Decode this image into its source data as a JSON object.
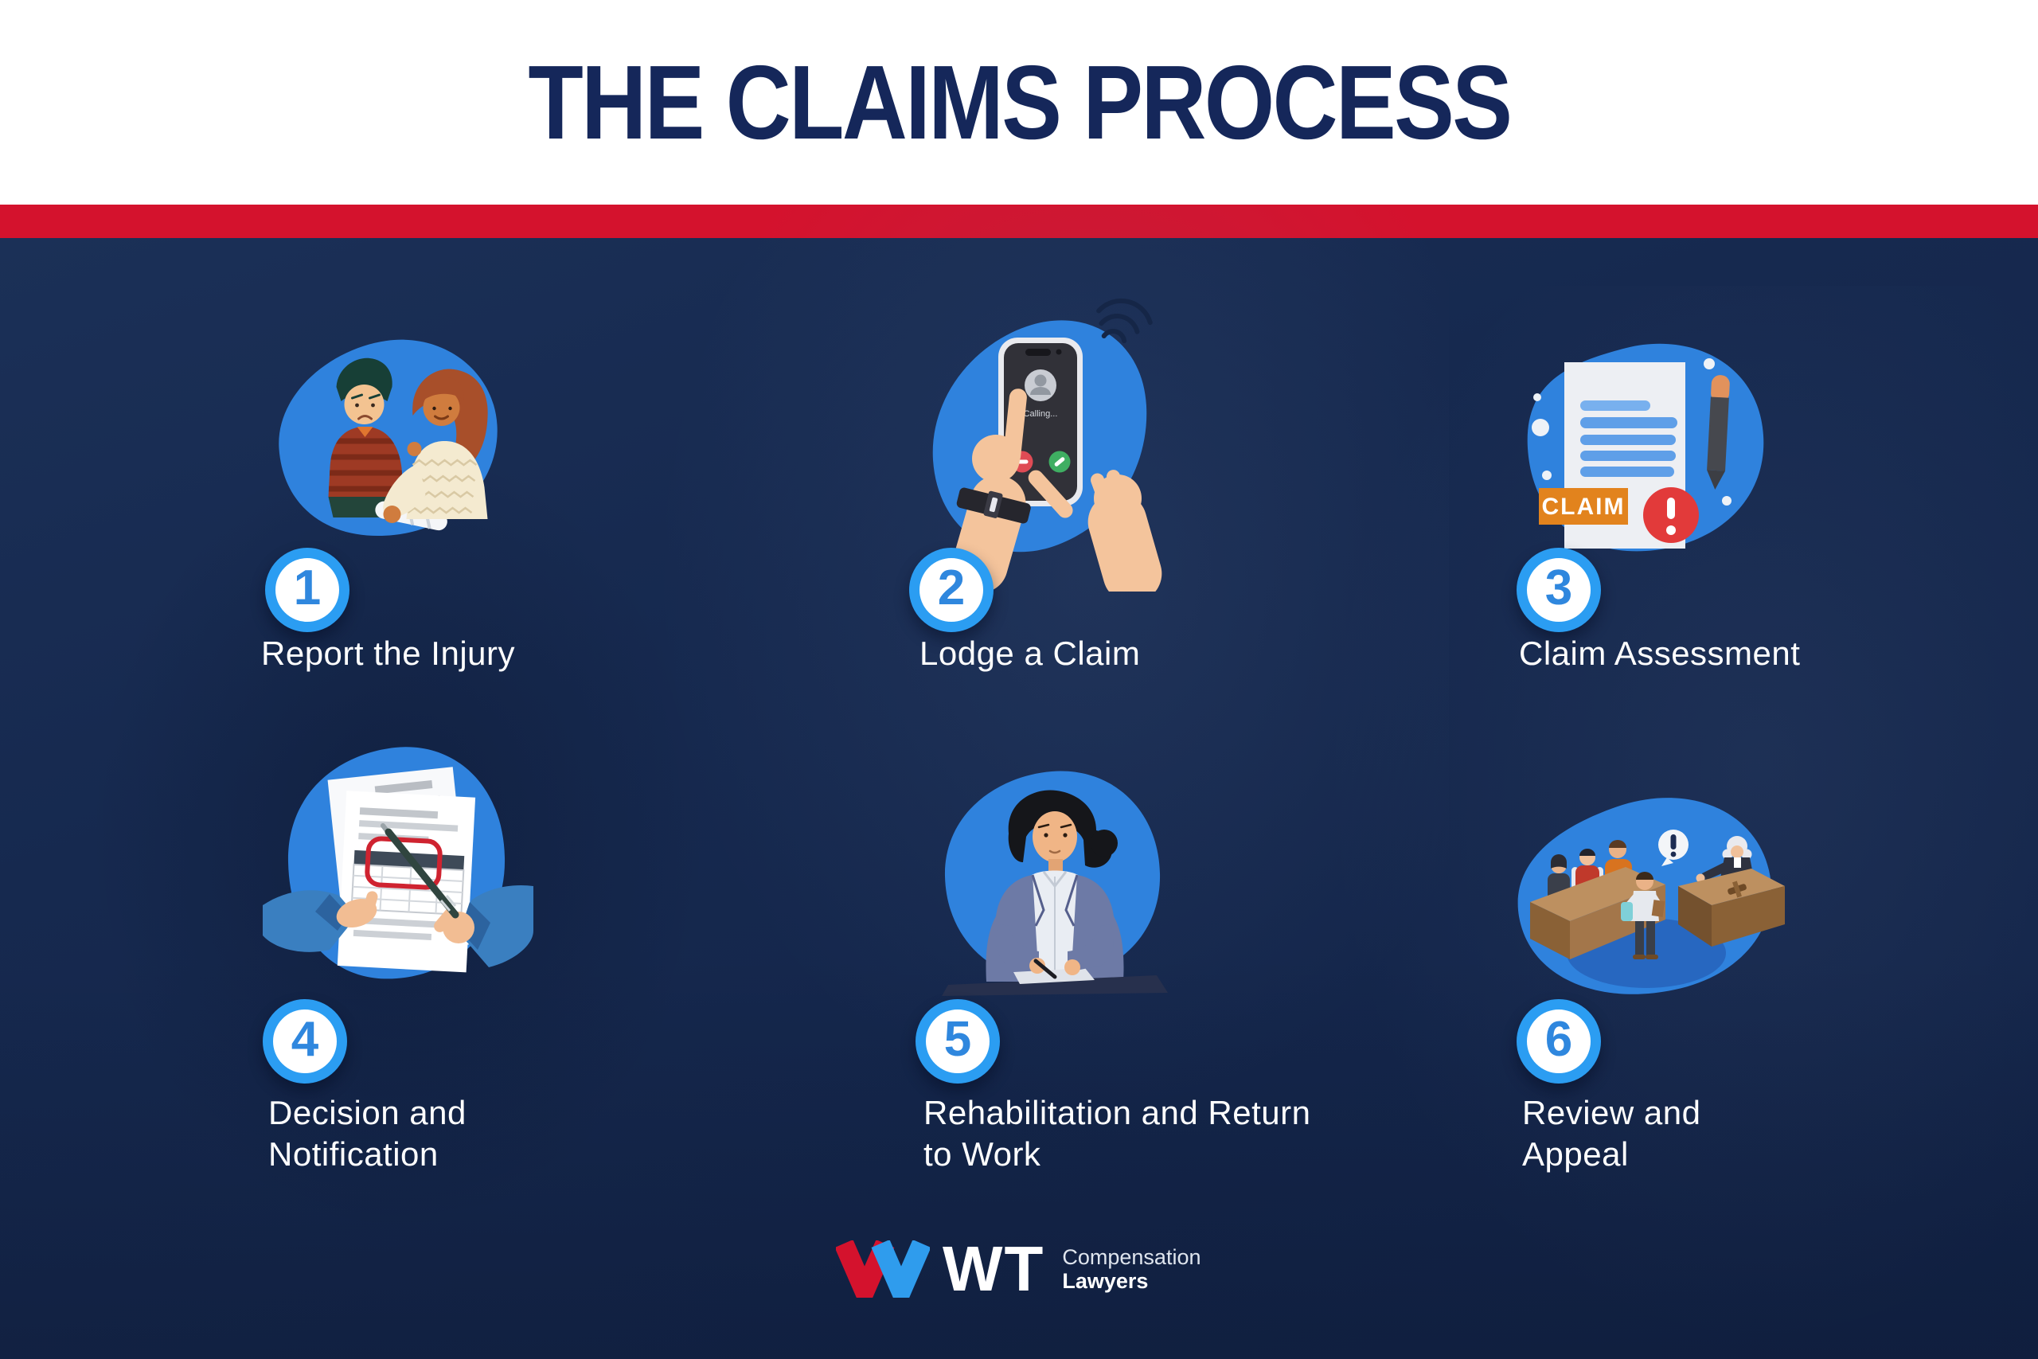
{
  "title": "THE CLAIMS PROCESS",
  "steps": [
    {
      "number": "1",
      "label": "Report the Injury",
      "illustration": "injured-person-being-helped"
    },
    {
      "number": "2",
      "label": "Lodge a Claim",
      "illustration": "phone-call"
    },
    {
      "number": "3",
      "label": "Claim Assessment",
      "illustration": "claim-document-with-alert"
    },
    {
      "number": "4",
      "label": "Decision and Notification",
      "illustration": "reviewing-documents-with-pen"
    },
    {
      "number": "5",
      "label": "Rehabilitation and Return to Work",
      "illustration": "case-manager-writing-at-desk"
    },
    {
      "number": "6",
      "label": "Review and Appeal",
      "illustration": "courtroom-hearing"
    }
  ],
  "illustrations": {
    "calling_text": "Calling...",
    "claim_tag": "CLAIM"
  },
  "logo": {
    "initials": "WT",
    "tagline_line1": "Compensation",
    "tagline_line2": "Lawyers"
  },
  "colors": {
    "background_navy": "#16294f",
    "accent_red": "#d4122d",
    "blob_blue": "#2f82dd",
    "badge_ring_blue": "#2b9df2",
    "badge_number_blue": "#2f87de",
    "title_navy": "#15275a",
    "label_white": "#ffffff",
    "claim_tag_orange": "#e2831d",
    "alert_red": "#e23a3a"
  }
}
